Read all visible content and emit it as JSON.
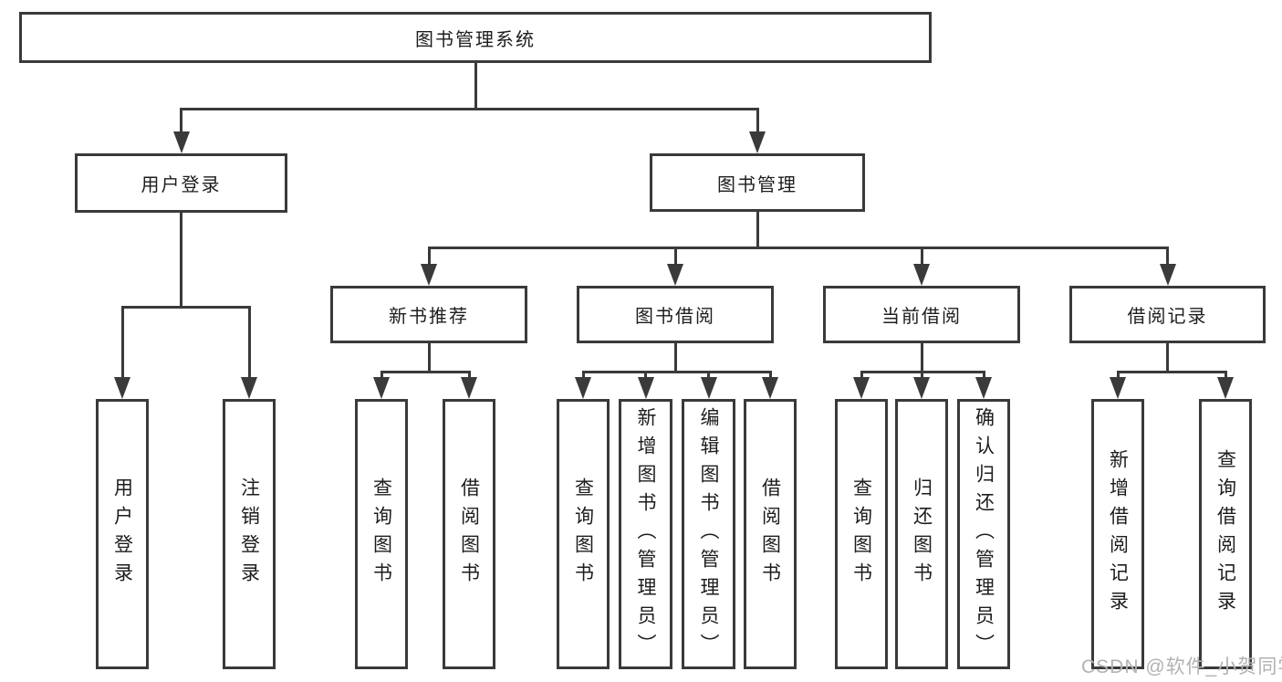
{
  "title": "图书管理系统",
  "colors": {
    "background": "#ffffff",
    "line": "#3a3a3a",
    "text": "#1d1d1d",
    "watermark": "#b2b2b2"
  },
  "watermark": {
    "text": "CSDN @软件_小贺同学"
  },
  "diagram": {
    "type": "tree",
    "nodes": [
      {
        "id": "root",
        "label": "图书管理系统",
        "level": 0,
        "parent": null,
        "text_direction": "horizontal"
      },
      {
        "id": "user_login",
        "label": "用户登录",
        "level": 1,
        "parent": "root",
        "text_direction": "horizontal"
      },
      {
        "id": "book_mgmt",
        "label": "图书管理",
        "level": 1,
        "parent": "root",
        "text_direction": "horizontal"
      },
      {
        "id": "new_book",
        "label": "新书推荐",
        "level": 2,
        "parent": "book_mgmt",
        "text_direction": "horizontal"
      },
      {
        "id": "book_borrow",
        "label": "图书借阅",
        "level": 2,
        "parent": "book_mgmt",
        "text_direction": "horizontal"
      },
      {
        "id": "cur_borrow",
        "label": "当前借阅",
        "level": 2,
        "parent": "book_mgmt",
        "text_direction": "horizontal"
      },
      {
        "id": "borrow_rec",
        "label": "借阅记录",
        "level": 2,
        "parent": "book_mgmt",
        "text_direction": "horizontal"
      },
      {
        "id": "leaf_user_login",
        "label": "用户登录",
        "level": 3,
        "parent": "user_login",
        "text_direction": "vertical"
      },
      {
        "id": "leaf_logout",
        "label": "注销登录",
        "level": 3,
        "parent": "user_login",
        "text_direction": "vertical"
      },
      {
        "id": "leaf_query_book_1",
        "label": "查询图书",
        "level": 3,
        "parent": "new_book",
        "text_direction": "vertical"
      },
      {
        "id": "leaf_borrow_book_1",
        "label": "借阅图书",
        "level": 3,
        "parent": "new_book",
        "text_direction": "vertical"
      },
      {
        "id": "leaf_query_book_2",
        "label": "查询图书",
        "level": 3,
        "parent": "book_borrow",
        "text_direction": "vertical"
      },
      {
        "id": "leaf_add_book",
        "label": "新增图书（管理员）",
        "level": 3,
        "parent": "book_borrow",
        "text_direction": "vertical"
      },
      {
        "id": "leaf_edit_book",
        "label": "编辑图书（管理员）",
        "level": 3,
        "parent": "book_borrow",
        "text_direction": "vertical"
      },
      {
        "id": "leaf_borrow_book_2",
        "label": "借阅图书",
        "level": 3,
        "parent": "book_borrow",
        "text_direction": "vertical"
      },
      {
        "id": "leaf_query_book_3",
        "label": "查询图书",
        "level": 3,
        "parent": "cur_borrow",
        "text_direction": "vertical"
      },
      {
        "id": "leaf_return_book",
        "label": "归还图书",
        "level": 3,
        "parent": "cur_borrow",
        "text_direction": "vertical"
      },
      {
        "id": "leaf_confirm_ret",
        "label": "确认归还（管理员）",
        "level": 3,
        "parent": "cur_borrow",
        "text_direction": "vertical"
      },
      {
        "id": "leaf_add_record",
        "label": "新增借阅记录",
        "level": 3,
        "parent": "borrow_rec",
        "text_direction": "vertical"
      },
      {
        "id": "leaf_query_record",
        "label": "查询借阅记录",
        "level": 3,
        "parent": "borrow_rec",
        "text_direction": "vertical"
      }
    ]
  }
}
